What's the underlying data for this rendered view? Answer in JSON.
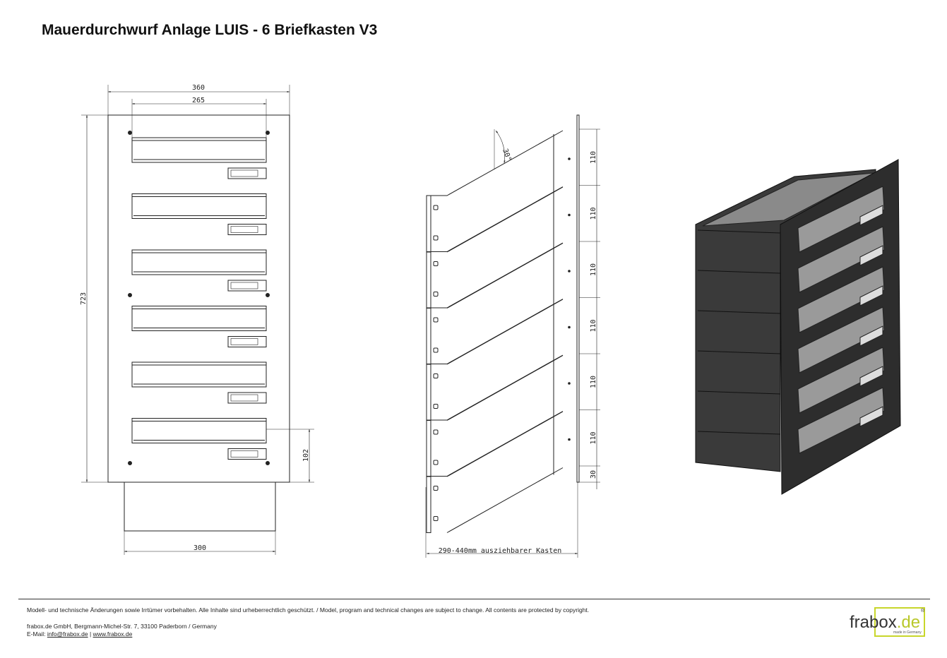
{
  "title": "Mauerdurchwurf Anlage LUIS - 6 Briefkasten V3",
  "front_view": {
    "dim_width_total": "360",
    "dim_width_inner": "265",
    "dim_height_total": "723",
    "dim_tube_width": "300",
    "dim_bottom_offset": "102"
  },
  "side_view": {
    "angle": "30°",
    "row_dims": [
      "110",
      "110",
      "110",
      "110",
      "110",
      "110"
    ],
    "bottom_dim": "30",
    "depth_label": "290-440mm ausziehbarer Kasten"
  },
  "footer": {
    "disclaimer": "Modell- und technische Änderungen sowie Irrtümer vorbehalten. Alle Inhalte sind urheberrechtlich geschützt. / Model, program and technical changes are subject to change. All contents are protected by copyright.",
    "address": "frabox.de GmbH, Bergmann-Michel-Str. 7, 33100 Paderborn / Germany",
    "email_label": "E-Mail:",
    "email": "info@frabox.de",
    "separator": "|",
    "website": "www.frabox.de"
  },
  "logo": {
    "name": "frabox",
    "tld": ".de",
    "reg": "®",
    "tagline": "made in Germany",
    "accent": "#c8d62b"
  }
}
